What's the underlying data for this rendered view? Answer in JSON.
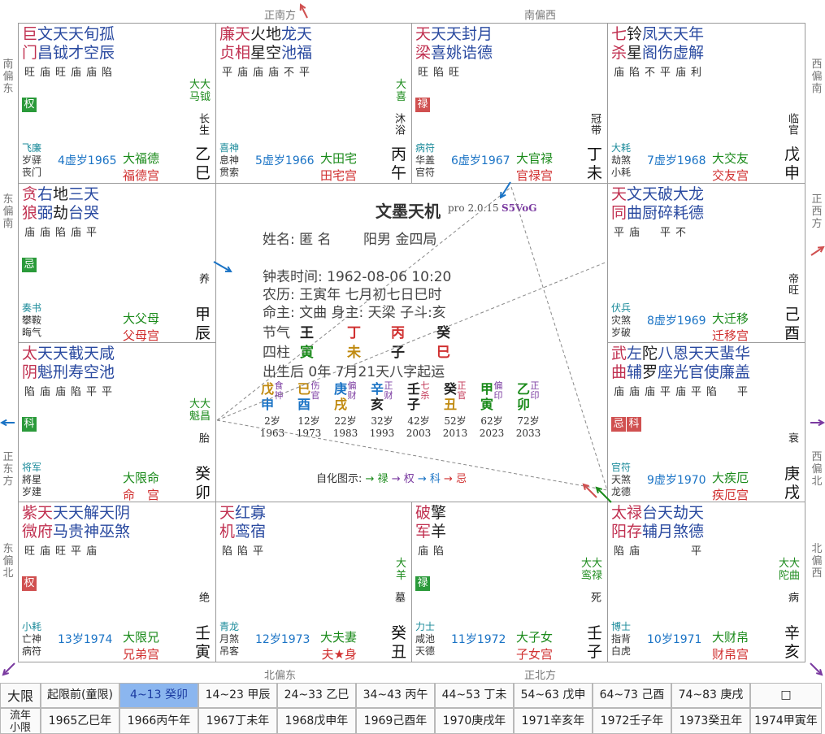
{
  "palaces": [
    {
      "id": "si",
      "stars_top": [
        "巨",
        "文",
        "天",
        "天",
        "旬",
        "孤"
      ],
      "stars_bot": [
        "门",
        "昌",
        "钺",
        "才",
        "空",
        "辰"
      ],
      "top_colors": [
        "#c03050",
        "#2a4aa0",
        "#2a4aa0",
        "#2a4aa0",
        "#2a4aa0",
        "#2a4aa0"
      ],
      "bot_colors": [
        "#c03050",
        "#2a4aa0",
        "#2a4aa0",
        "#2a4aa0",
        "#2a4aa0",
        "#2a4aa0"
      ],
      "brightness": [
        "旺",
        "庙",
        "旺",
        "庙",
        "庙",
        "陷"
      ],
      "badges": [
        {
          "t": "权",
          "c": "#2a9a3a"
        }
      ],
      "minor": [
        "大大",
        "马钺"
      ],
      "stage": "长生",
      "gods": [
        "飞廉",
        "岁驿",
        "丧门"
      ],
      "age": "4虚岁1965",
      "name1": "大福德",
      "name2": "福德宫",
      "gz": [
        "乙",
        "巳"
      ]
    },
    {
      "id": "wu",
      "stars_top": [
        "廉",
        "天",
        "火",
        "地",
        "龙",
        "天"
      ],
      "stars_bot": [
        "贞",
        "相",
        "星",
        "空",
        "池",
        "福"
      ],
      "top_colors": [
        "#c03050",
        "#c03050",
        "#222",
        "#222",
        "#2a4aa0",
        "#2a4aa0"
      ],
      "bot_colors": [
        "#c03050",
        "#c03050",
        "#222",
        "#222",
        "#2a4aa0",
        "#2a4aa0"
      ],
      "brightness": [
        "平",
        "庙",
        "庙",
        "庙",
        "不",
        "平"
      ],
      "badges": [],
      "minor": [
        "大",
        "喜"
      ],
      "stage": "沐浴",
      "gods": [
        "喜神",
        "息神",
        "贯索"
      ],
      "age": "5虚岁1966",
      "name1": "大田宅",
      "name2": "田宅宫",
      "gz": [
        "丙",
        "午"
      ]
    },
    {
      "id": "wei",
      "stars_top": [
        "天",
        "天",
        "天",
        "封",
        "月"
      ],
      "stars_bot": [
        "梁",
        "喜",
        "姚",
        "诰",
        "德"
      ],
      "top_colors": [
        "#c03050",
        "#2a4aa0",
        "#2a4aa0",
        "#2a4aa0",
        "#2a4aa0"
      ],
      "bot_colors": [
        "#c03050",
        "#2a4aa0",
        "#2a4aa0",
        "#2a4aa0",
        "#2a4aa0"
      ],
      "brightness": [
        "旺",
        "陷",
        "旺",
        "",
        ""
      ],
      "badges": [
        {
          "t": "禄",
          "c": "#d05050"
        }
      ],
      "minor": [],
      "stage": "冠带",
      "gods": [
        "病符",
        "华盖",
        "官符"
      ],
      "age": "6虚岁1967",
      "name1": "大官禄",
      "name2": "官禄宫",
      "gz": [
        "丁",
        "未"
      ]
    },
    {
      "id": "shen",
      "stars_top": [
        "七",
        "铃",
        "凤",
        "天",
        "天",
        "年"
      ],
      "stars_bot": [
        "杀",
        "星",
        "阁",
        "伤",
        "虚",
        "解"
      ],
      "top_colors": [
        "#c03050",
        "#222",
        "#2a4aa0",
        "#2a4aa0",
        "#2a4aa0",
        "#2a4aa0"
      ],
      "bot_colors": [
        "#c03050",
        "#222",
        "#2a4aa0",
        "#2a4aa0",
        "#2a4aa0",
        "#2a4aa0"
      ],
      "brightness": [
        "庙",
        "陷",
        "不",
        "平",
        "庙",
        "利"
      ],
      "badges": [],
      "minor": [],
      "stage": "临官",
      "gods": [
        "大耗",
        "劫煞",
        "小耗"
      ],
      "age": "7虚岁1968",
      "name1": "大交友",
      "name2": "交友宫",
      "gz": [
        "戊",
        "申"
      ]
    },
    {
      "id": "chen",
      "stars_top": [
        "贪",
        "右",
        "地",
        "三",
        "天"
      ],
      "stars_bot": [
        "狼",
        "弼",
        "劫",
        "台",
        "哭"
      ],
      "top_colors": [
        "#c03050",
        "#2a4aa0",
        "#222",
        "#2a4aa0",
        "#2a4aa0"
      ],
      "bot_colors": [
        "#c03050",
        "#2a4aa0",
        "#222",
        "#2a4aa0",
        "#2a4aa0"
      ],
      "brightness": [
        "庙",
        "庙",
        "陷",
        "庙",
        "平"
      ],
      "badges": [
        {
          "t": "忌",
          "c": "#2a9a3a"
        }
      ],
      "minor": [],
      "stage": "养",
      "gods": [
        "奏书",
        "攀鞍",
        "晦气"
      ],
      "age": "",
      "name1": "大父母",
      "name2": "父母宫",
      "gz": [
        "甲",
        "辰"
      ]
    },
    {
      "id": "you",
      "stars_top": [
        "天",
        "文",
        "天",
        "破",
        "大",
        "龙"
      ],
      "stars_bot": [
        "同",
        "曲",
        "厨",
        "碎",
        "耗",
        "德"
      ],
      "top_colors": [
        "#c03050",
        "#2a4aa0",
        "#2a4aa0",
        "#2a4aa0",
        "#2a4aa0",
        "#2a4aa0"
      ],
      "bot_colors": [
        "#c03050",
        "#2a4aa0",
        "#2a4aa0",
        "#2a4aa0",
        "#2a4aa0",
        "#2a4aa0"
      ],
      "brightness": [
        "平",
        "庙",
        "",
        "平",
        "不",
        ""
      ],
      "badges": [],
      "minor": [],
      "stage": "帝旺",
      "gods": [
        "伏兵",
        "灾煞",
        "岁破"
      ],
      "age": "8虚岁1969",
      "name1": "大迁移",
      "name2": "迁移宫",
      "gz": [
        "己",
        "酉"
      ]
    },
    {
      "id": "mao",
      "stars_top": [
        "太",
        "天",
        "天",
        "截",
        "天",
        "咸"
      ],
      "stars_bot": [
        "阴",
        "魁",
        "刑",
        "寿",
        "空",
        "池"
      ],
      "top_colors": [
        "#c03050",
        "#2a4aa0",
        "#2a4aa0",
        "#2a4aa0",
        "#2a4aa0",
        "#2a4aa0"
      ],
      "bot_colors": [
        "#c03050",
        "#2a4aa0",
        "#2a4aa0",
        "#2a4aa0",
        "#2a4aa0",
        "#2a4aa0"
      ],
      "brightness": [
        "陷",
        "庙",
        "庙",
        "陷",
        "平",
        "平"
      ],
      "badges": [
        {
          "t": "科",
          "c": "#2a9a3a"
        }
      ],
      "minor": [
        "大大",
        "魁昌"
      ],
      "stage": "胎",
      "gods": [
        "将军",
        "將星",
        "岁建"
      ],
      "age": "",
      "name1": "大限命",
      "name2": "命　宫",
      "gz": [
        "癸",
        "卯"
      ]
    },
    {
      "id": "xu",
      "stars_top": [
        "武",
        "左",
        "陀",
        "八",
        "恩",
        "天",
        "天",
        "蜚",
        "华"
      ],
      "stars_bot": [
        "曲",
        "辅",
        "罗",
        "座",
        "光",
        "官",
        "使",
        "廉",
        "盖"
      ],
      "top_colors": [
        "#c03050",
        "#2a4aa0",
        "#222",
        "#2a4aa0",
        "#2a4aa0",
        "#2a4aa0",
        "#2a4aa0",
        "#2a4aa0",
        "#2a4aa0"
      ],
      "bot_colors": [
        "#c03050",
        "#2a4aa0",
        "#222",
        "#2a4aa0",
        "#2a4aa0",
        "#2a4aa0",
        "#2a4aa0",
        "#2a4aa0",
        "#2a4aa0"
      ],
      "brightness": [
        "庙",
        "庙",
        "庙",
        "平",
        "庙",
        "平",
        "陷",
        "",
        "平"
      ],
      "badges": [
        {
          "t": "忌",
          "c": "#d05050"
        },
        {
          "t": "科",
          "c": "#d05050"
        }
      ],
      "minor": [],
      "stage": "衰",
      "gods": [
        "官符",
        "天煞",
        "龙德"
      ],
      "age": "9虚岁1970",
      "name1": "大疾厄",
      "name2": "疾厄宫",
      "gz": [
        "庚",
        "戌"
      ]
    },
    {
      "id": "yin",
      "stars_top": [
        "紫",
        "天",
        "天",
        "天",
        "解",
        "天",
        "阴"
      ],
      "stars_bot": [
        "微",
        "府",
        "马",
        "贵",
        "神",
        "巫",
        "煞"
      ],
      "top_colors": [
        "#c03050",
        "#c03050",
        "#2a4aa0",
        "#2a4aa0",
        "#2a4aa0",
        "#2a4aa0",
        "#2a4aa0"
      ],
      "bot_colors": [
        "#c03050",
        "#c03050",
        "#2a4aa0",
        "#2a4aa0",
        "#2a4aa0",
        "#2a4aa0",
        "#2a4aa0"
      ],
      "brightness": [
        "旺",
        "庙",
        "旺",
        "平",
        "庙",
        "",
        ""
      ],
      "badges": [
        {
          "t": "权",
          "c": "#d05050"
        }
      ],
      "minor": [],
      "stage": "绝",
      "gods": [
        "小耗",
        "亡神",
        "病符"
      ],
      "age": "13岁1974",
      "name1": "大限兄",
      "name2": "兄弟宫",
      "gz": [
        "壬",
        "寅"
      ]
    },
    {
      "id": "chou",
      "stars_top": [
        "天",
        "红",
        "寡"
      ],
      "stars_bot": [
        "机",
        "鸾",
        "宿"
      ],
      "top_colors": [
        "#c03050",
        "#2a4aa0",
        "#2a4aa0"
      ],
      "bot_colors": [
        "#c03050",
        "#2a4aa0",
        "#2a4aa0"
      ],
      "brightness": [
        "陷",
        "陷",
        "平"
      ],
      "badges": [],
      "minor": [
        "大",
        "羊"
      ],
      "stage": "墓",
      "gods": [
        "青龙",
        "月煞",
        "吊客"
      ],
      "age": "12岁1973",
      "name1": "大夫妻",
      "name2": "夫★身",
      "gz": [
        "癸",
        "丑"
      ]
    },
    {
      "id": "zi",
      "stars_top": [
        "破",
        "擎"
      ],
      "stars_bot": [
        "军",
        "羊"
      ],
      "top_colors": [
        "#c03050",
        "#222"
      ],
      "bot_colors": [
        "#c03050",
        "#222"
      ],
      "brightness": [
        "庙",
        "陷"
      ],
      "badges": [
        {
          "t": "禄",
          "c": "#2a9a3a"
        }
      ],
      "minor": [
        "大大",
        "鸾禄"
      ],
      "stage": "死",
      "gods": [
        "力士",
        "咸池",
        "天德"
      ],
      "age": "11岁1972",
      "name1": "大子女",
      "name2": "子女宫",
      "gz": [
        "壬",
        "子"
      ]
    },
    {
      "id": "hai",
      "stars_top": [
        "太",
        "禄",
        "台",
        "天",
        "劫",
        "天"
      ],
      "stars_bot": [
        "阳",
        "存",
        "辅",
        "月",
        "煞",
        "德"
      ],
      "top_colors": [
        "#c03050",
        "#c03050",
        "#2a4aa0",
        "#2a4aa0",
        "#2a4aa0",
        "#2a4aa0"
      ],
      "bot_colors": [
        "#c03050",
        "#c03050",
        "#2a4aa0",
        "#2a4aa0",
        "#2a4aa0",
        "#2a4aa0"
      ],
      "brightness": [
        "陷",
        "庙",
        "",
        "",
        "",
        "平"
      ],
      "badges": [],
      "minor": [
        "大大",
        "陀曲"
      ],
      "stage": "病",
      "gods": [
        "博士",
        "指背",
        "白虎"
      ],
      "age": "10岁1971",
      "name1": "大财帛",
      "name2": "财帛宫",
      "gz": [
        "辛",
        "亥"
      ]
    }
  ],
  "directions": {
    "top": [
      "正南方",
      "南偏西"
    ],
    "bottom": [
      "北偏东",
      "正北方"
    ],
    "left": [
      "南偏东",
      "东偏南",
      "正东方",
      "东偏北"
    ],
    "right": [
      "西偏南",
      "正西方",
      "西偏北",
      "北偏西"
    ]
  },
  "center": {
    "title": "文墨天机",
    "version": "pro 2.0.15",
    "user": "S5VoG",
    "name_line": "姓名: 匿 名　　 阳男 金四局",
    "clock": "钟表时间: 1962-08-06 10:20",
    "lunar": "农历: 王寅年 七月初七日巳时",
    "master": "命主: 文曲 身主: 天梁 子斗:亥",
    "jieqi_label": "节气",
    "sizhu_label": "四柱",
    "jieqi": [
      "王",
      "丁",
      "丙",
      "癸"
    ],
    "sizhu": [
      "寅",
      "未",
      "子",
      "巳"
    ],
    "jieqi_colors": [
      "#222",
      "#d03030",
      "#d03030",
      "#222"
    ],
    "sizhu_colors": [
      "#1a8a1a",
      "#c08a10",
      "#222",
      "#d03030"
    ],
    "start": "出生后 0年 7月21天八字起运",
    "dayun": [
      {
        "g": "戊",
        "z": "申",
        "s1": "食",
        "s2": "神",
        "gc": "#c08a10",
        "zc": "#1a73c5",
        "sc": "#7a3aa0",
        "age": "2岁",
        "year": "1963"
      },
      {
        "g": "已",
        "z": "酉",
        "s1": "伤",
        "s2": "官",
        "gc": "#c08a10",
        "zc": "#1a73c5",
        "sc": "#7a3aa0",
        "age": "12岁",
        "year": "1973"
      },
      {
        "g": "庚",
        "z": "戌",
        "s1": "偏",
        "s2": "财",
        "gc": "#1a73c5",
        "zc": "#c08a10",
        "sc": "#7a3aa0",
        "age": "22岁",
        "year": "1983"
      },
      {
        "g": "辛",
        "z": "亥",
        "s1": "正",
        "s2": "财",
        "gc": "#1a73c5",
        "zc": "#222",
        "sc": "#7a3aa0",
        "age": "32岁",
        "year": "1993"
      },
      {
        "g": "壬",
        "z": "子",
        "s1": "七",
        "s2": "杀",
        "gc": "#222",
        "zc": "#222",
        "sc": "#c03050",
        "age": "42岁",
        "year": "2003"
      },
      {
        "g": "癸",
        "z": "丑",
        "s1": "正",
        "s2": "官",
        "gc": "#222",
        "zc": "#c08a10",
        "sc": "#c03050",
        "age": "52岁",
        "year": "2013"
      },
      {
        "g": "甲",
        "z": "寅",
        "s1": "偏",
        "s2": "印",
        "gc": "#1a8a1a",
        "zc": "#1a8a1a",
        "sc": "#7a3aa0",
        "age": "62岁",
        "year": "2023"
      },
      {
        "g": "乙",
        "z": "卯",
        "s1": "正",
        "s2": "印",
        "gc": "#1a8a1a",
        "zc": "#1a8a1a",
        "sc": "#7a3aa0",
        "age": "72岁",
        "year": "2033"
      }
    ],
    "legend_label": "自化图示:",
    "legend": [
      {
        "t": "→ 禄",
        "c": "#1a8a1a"
      },
      {
        "t": "→ 权",
        "c": "#7a3aa0"
      },
      {
        "t": "→ 科",
        "c": "#1a73c5"
      },
      {
        "t": "→ 忌",
        "c": "#d03030"
      }
    ]
  },
  "bottom_bar": {
    "row1_label": "大限",
    "row2_label_a": "流年",
    "row2_label_b": "小限",
    "decades": [
      "起限前(童限)",
      "4~13 癸卯",
      "14~23 甲辰",
      "24~33 乙巳",
      "34~43 丙午",
      "44~53 丁未",
      "54~63 戊申",
      "64~73 己酉",
      "74~83 庚戌",
      "□"
    ],
    "years": [
      "1965乙巳年",
      "1966丙午年",
      "1967丁未年",
      "1968戊申年",
      "1969己酉年",
      "1970庚戌年",
      "1971辛亥年",
      "1972壬子年",
      "1973癸丑年",
      "1974甲寅年"
    ],
    "selected_decade": 1
  }
}
